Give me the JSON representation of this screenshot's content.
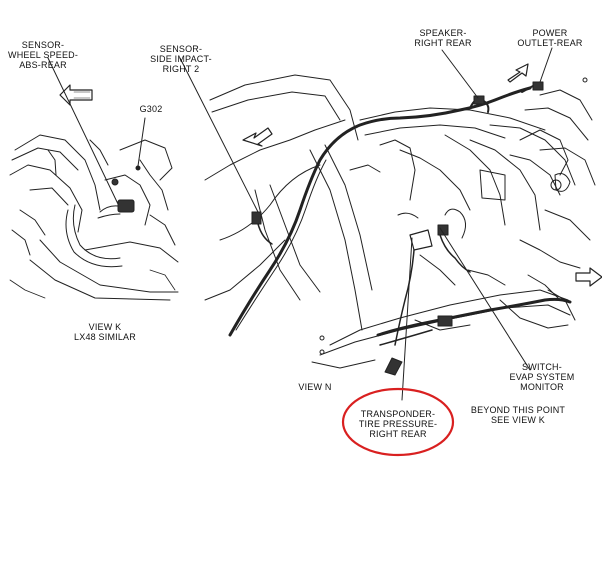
{
  "labels": {
    "sensor_wheel_speed": [
      "SENSOR-",
      "WHEEL SPEED-",
      "ABS-REAR"
    ],
    "g302": "G302",
    "sensor_side_impact": [
      "SENSOR-",
      "SIDE IMPACT-",
      "RIGHT 2"
    ],
    "speaker": [
      "SPEAKER-",
      "RIGHT REAR"
    ],
    "power_outlet": [
      "POWER",
      "OUTLET-REAR"
    ],
    "switch_evap": [
      "SWITCH-",
      "EVAP SYSTEM",
      "MONITOR"
    ],
    "transponder": [
      "TRANSPONDER-",
      "TIRE PRESSURE-",
      "RIGHT REAR"
    ],
    "beyond": [
      "BEYOND THIS POINT",
      "SEE VIEW K"
    ]
  },
  "captions": {
    "view_k": [
      "VIEW K",
      "LX48 SIMILAR"
    ],
    "view_n": "VIEW N"
  },
  "highlight": {
    "color": "#d92020",
    "target": "transponder"
  }
}
